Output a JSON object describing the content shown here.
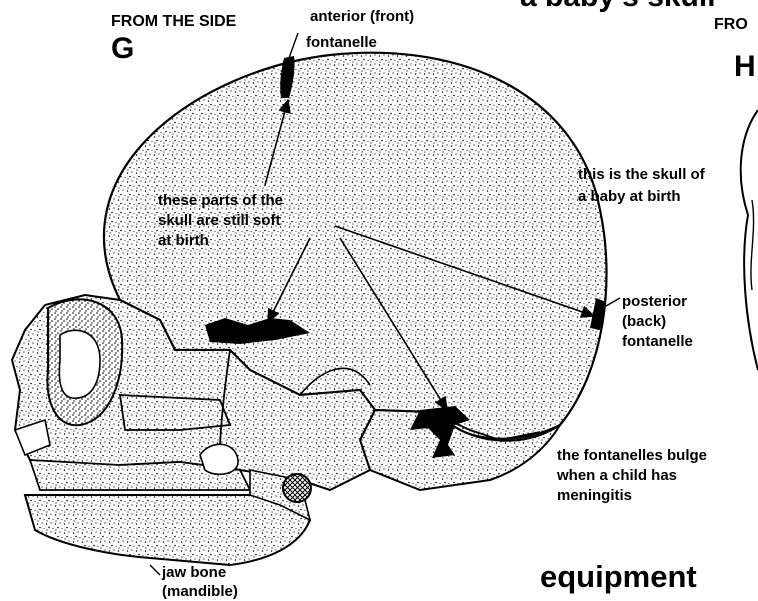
{
  "header": {
    "view_left_label": "FROM THE SIDE",
    "view_left_letter": "G",
    "top_cut_text": "a baby's skull",
    "view_right_cut": "FRO",
    "view_right_letter": "H"
  },
  "labels": {
    "anterior_line1": "anterior (front)",
    "anterior_line2": "fontanelle",
    "soft_parts": "these parts of the\nskull are still soft\nat birth",
    "baby_at_birth": "this is the skull of\na baby at birth",
    "posterior": "posterior\n(back)\nfontanelle",
    "bulge": "the fontanelles bulge\nwhen a child has\nmeningitis",
    "jaw": "jaw bone\n(mandible)"
  },
  "footer": {
    "section_heading": "equipment"
  }
}
